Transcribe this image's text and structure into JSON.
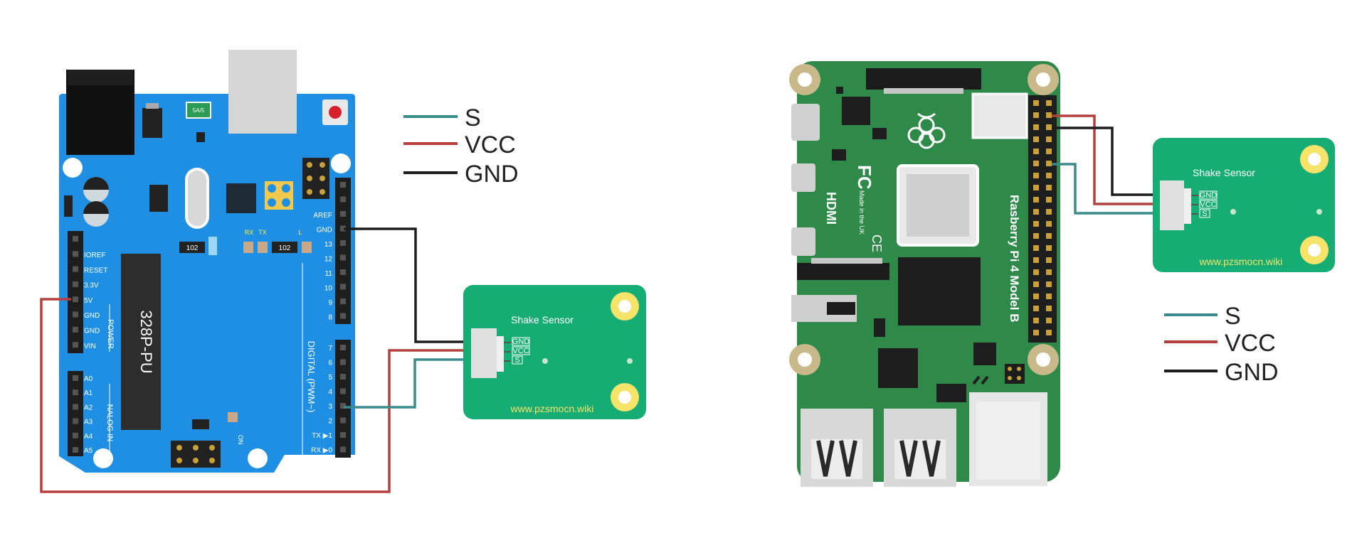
{
  "legends": {
    "left": {
      "s": "S",
      "vcc": "VCC",
      "gnd": "GND"
    },
    "right": {
      "s": "S",
      "vcc": "VCC",
      "gnd": "GND"
    }
  },
  "wire_colors": {
    "s": "#3a8b8c",
    "vcc": "#b5403d",
    "gnd": "#1c1c1c"
  },
  "arduino": {
    "board_color": "#1f8fe3",
    "chip": "328P-PU",
    "fuse": "5A/5",
    "header_left_top": [
      "IOREF",
      "RESET",
      "3.3V",
      "5V",
      "GND",
      "GND",
      "VIN"
    ],
    "power_label": "POWER",
    "header_left_bottom": [
      "A0",
      "A1",
      "A2",
      "A3",
      "A4",
      "A5"
    ],
    "analog_label": "NALOG IN",
    "header_right_top": [
      "AREF",
      "GND",
      "13",
      "12",
      "11",
      "10",
      "9",
      "8"
    ],
    "header_right_bottom": [
      "7",
      "6",
      "5",
      "4",
      "3",
      "2",
      "TX ▶1",
      "RX ▶0"
    ],
    "digital_label": "DIGITAL (PWM~)",
    "led_labels": [
      "RX",
      "TX",
      "L",
      "ON"
    ],
    "resistor": "102"
  },
  "sensor_left": {
    "title": "Shake Sensor",
    "pins": [
      "GND",
      "VCC",
      "S"
    ],
    "url": "www.pzsmocn.wiki",
    "color": "#15ad73"
  },
  "sensor_right": {
    "title": "Shake Sensor",
    "pins": [
      "GND",
      "VCC",
      "S"
    ],
    "url": "www.pzsmocn.wiki",
    "color": "#15ad73"
  },
  "raspberry": {
    "board_color": "#2f8a4a",
    "model": "Rasberry Pi 4 Model B",
    "hdmi": "HDMI",
    "made_in": "Made in the UK",
    "fc": "FC",
    "ce": "CE"
  }
}
